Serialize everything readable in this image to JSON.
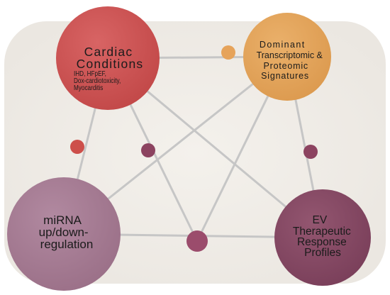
{
  "colors": {
    "background": "#ffffff",
    "canvas": "#f2efea",
    "edge": "#c6c6c6",
    "cardiac": "#cc5151",
    "signatures": "#e4a35a",
    "mirna": "#a57a92",
    "ev": "#844a64",
    "dot_orange": "#e6a35a",
    "dot_red": "#cd4f4a",
    "dot_plum": "#8c4360",
    "dot_plum_large": "#9b4c6c"
  },
  "nodes": {
    "cardiac": {
      "title_lines": [
        "Cardiac",
        "Conditions"
      ],
      "sub_lines": [
        "IHD, HFpEF,",
        "Dox-cardiotoxicity,",
        "Myocarditis"
      ]
    },
    "signatures": {
      "title_lines": [
        "Dominant",
        "Transcriptomic &",
        "Proteomic",
        "Signatures"
      ]
    },
    "mirna": {
      "title_lines": [
        "miRNA",
        "up/down-",
        "regulation"
      ]
    },
    "ev": {
      "title_lines": [
        "EV",
        "Therapeutic",
        "Response",
        "Profiles"
      ]
    }
  }
}
